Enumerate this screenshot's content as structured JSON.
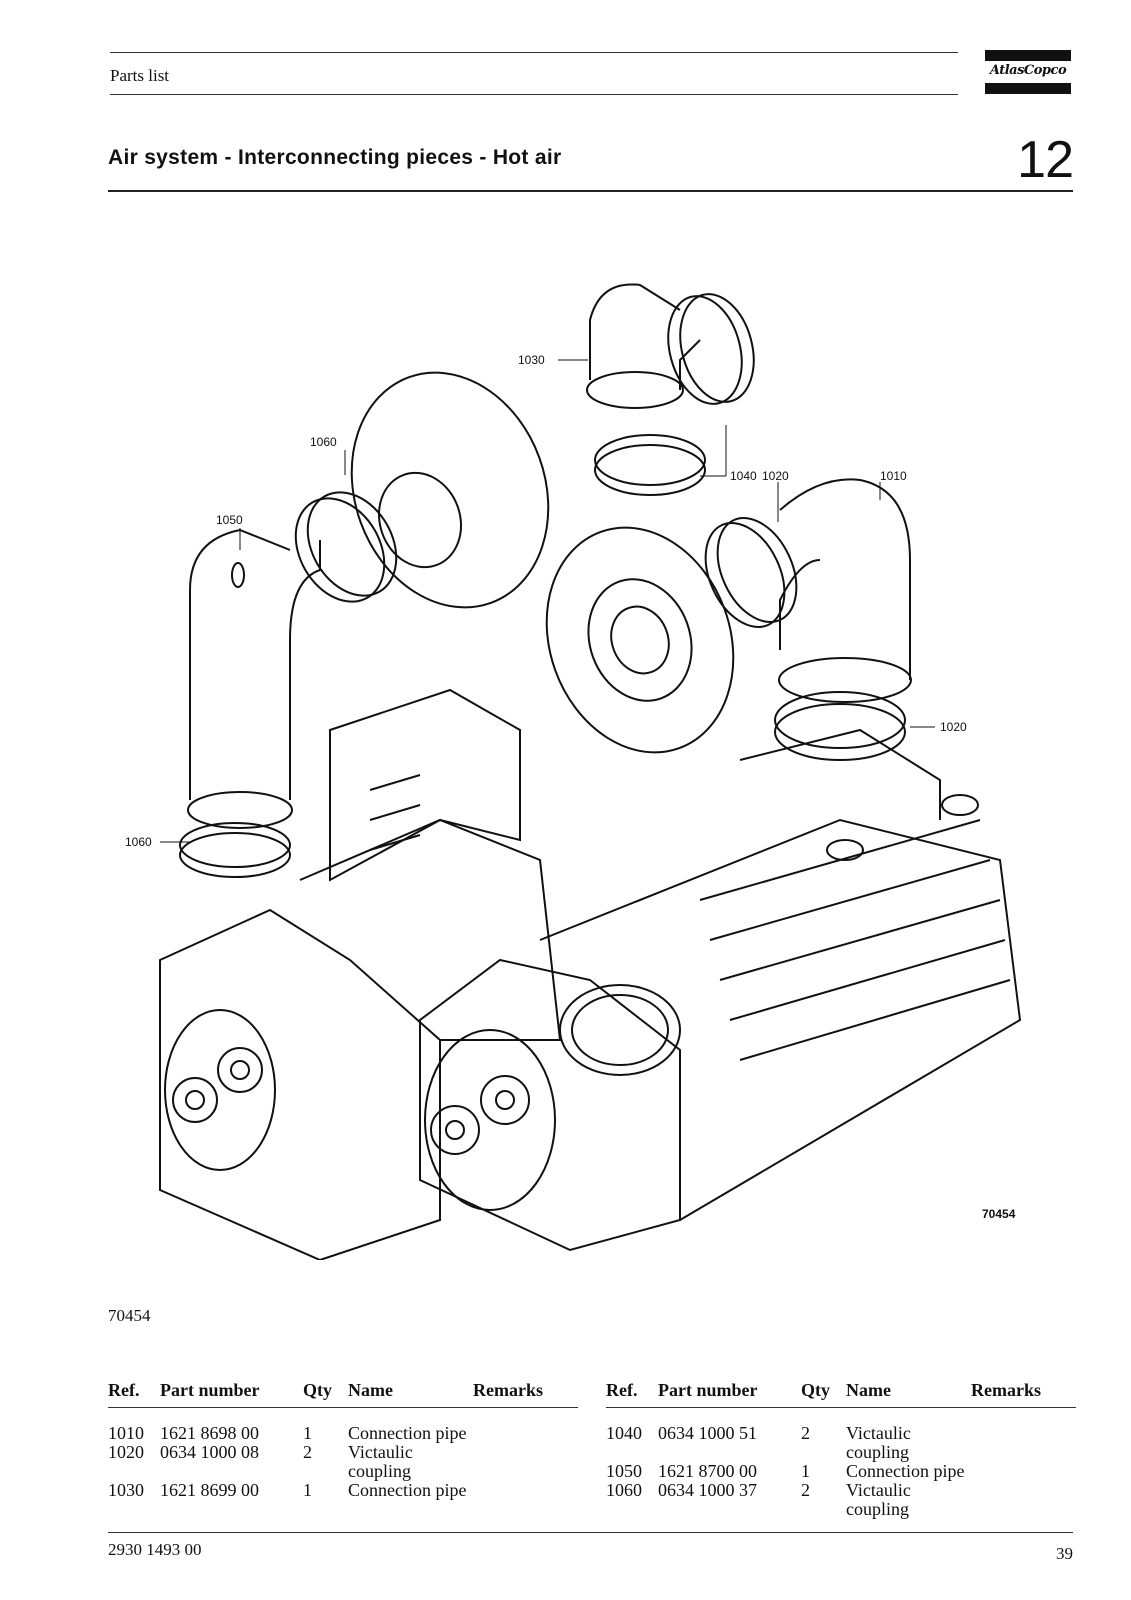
{
  "header": {
    "section_label": "Parts list",
    "brand": "AtlasCopco"
  },
  "page": {
    "title": "Air system - Interconnecting pieces - Hot air",
    "chapter": "12",
    "figure_ref": "70454"
  },
  "drawing": {
    "drawing_number": "70454",
    "callouts": [
      "1010",
      "1020",
      "1020",
      "1030",
      "1040",
      "1050",
      "1060",
      "1060"
    ]
  },
  "parts_table": {
    "columns": [
      "Ref.",
      "Part number",
      "Qty",
      "Name",
      "Remarks"
    ],
    "left": [
      {
        "ref": "1010",
        "part_number": "1621 8698 00",
        "qty": "1",
        "name": "Connection pipe",
        "remarks": ""
      },
      {
        "ref": "1020",
        "part_number": "0634 1000 08",
        "qty": "2",
        "name": "Victaulic coupling",
        "remarks": ""
      },
      {
        "ref": "1030",
        "part_number": "1621 8699 00",
        "qty": "1",
        "name": "Connection pipe",
        "remarks": ""
      }
    ],
    "right": [
      {
        "ref": "1040",
        "part_number": "0634 1000 51",
        "qty": "2",
        "name": "Victaulic coupling",
        "remarks": ""
      },
      {
        "ref": "1050",
        "part_number": "1621 8700 00",
        "qty": "1",
        "name": "Connection pipe",
        "remarks": ""
      },
      {
        "ref": "1060",
        "part_number": "0634 1000 37",
        "qty": "2",
        "name": "Victaulic coupling",
        "remarks": ""
      }
    ]
  },
  "footer": {
    "doc_number": "2930 1493 00",
    "page_number": "39"
  }
}
